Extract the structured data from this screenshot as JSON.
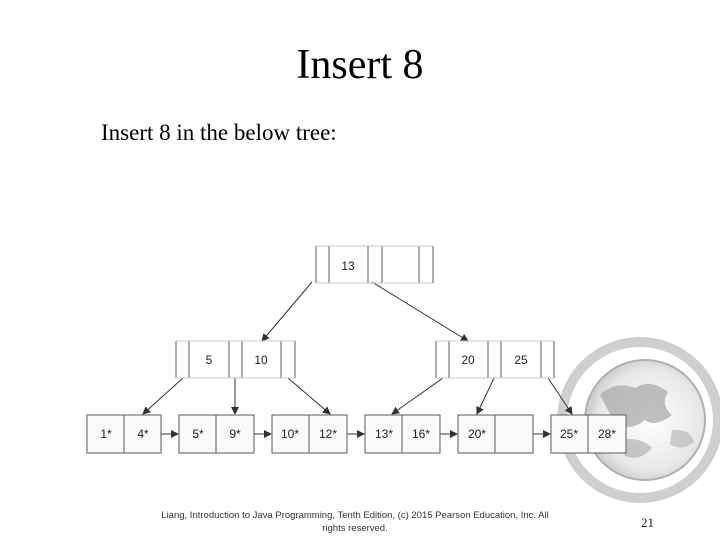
{
  "slide": {
    "title": "Insert 8",
    "subtitle": "Insert 8 in the below tree:",
    "footer_line1": "Liang, Introduction to Java Programming, Tenth Edition, (c) 2015 Pearson Education, Inc. All",
    "footer_line2": "rights reserved.",
    "page_number": "21"
  },
  "tree": {
    "root": {
      "keys": [
        "13",
        "",
        ""
      ]
    },
    "internal": [
      {
        "keys": [
          "5",
          "10"
        ]
      },
      {
        "keys": [
          "20",
          "25"
        ]
      }
    ],
    "leaves": [
      {
        "keys": [
          "1*",
          "4*"
        ]
      },
      {
        "keys": [
          "5*",
          "9*"
        ]
      },
      {
        "keys": [
          "10*",
          "12*"
        ]
      },
      {
        "keys": [
          "13*",
          "16*"
        ]
      },
      {
        "keys": [
          "20*",
          ""
        ]
      },
      {
        "keys": [
          "25*",
          "28*"
        ]
      }
    ]
  },
  "colors": {
    "node_border": "#5a5a5a",
    "leaf_fill": "#fafafa",
    "arrow": "#333333",
    "globe": "#b8b8b8"
  },
  "icons": [
    "globe-logo"
  ]
}
